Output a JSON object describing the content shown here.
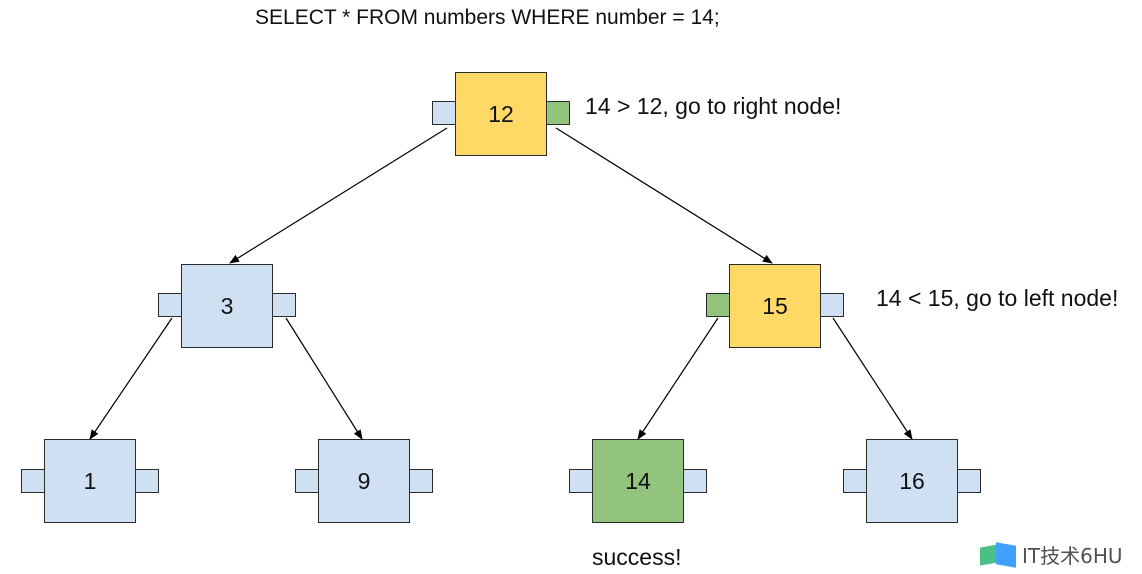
{
  "query": "SELECT * FROM numbers WHERE number = 14;",
  "annotations": {
    "root_note": "14 > 12, go to right node!",
    "node15_note": "14 < 15, go to left node!",
    "success_note": "success!"
  },
  "nodes": {
    "n12": "12",
    "n3": "3",
    "n15": "15",
    "n1": "1",
    "n9": "9",
    "n14": "14",
    "n16": "16"
  },
  "watermark": "IT技术6HU",
  "colors": {
    "default_node": "#cfe0f3",
    "visited_node": "#ffd966",
    "found_node": "#93c47d",
    "taken_pointer": "#93c47d",
    "line": "#000000"
  }
}
